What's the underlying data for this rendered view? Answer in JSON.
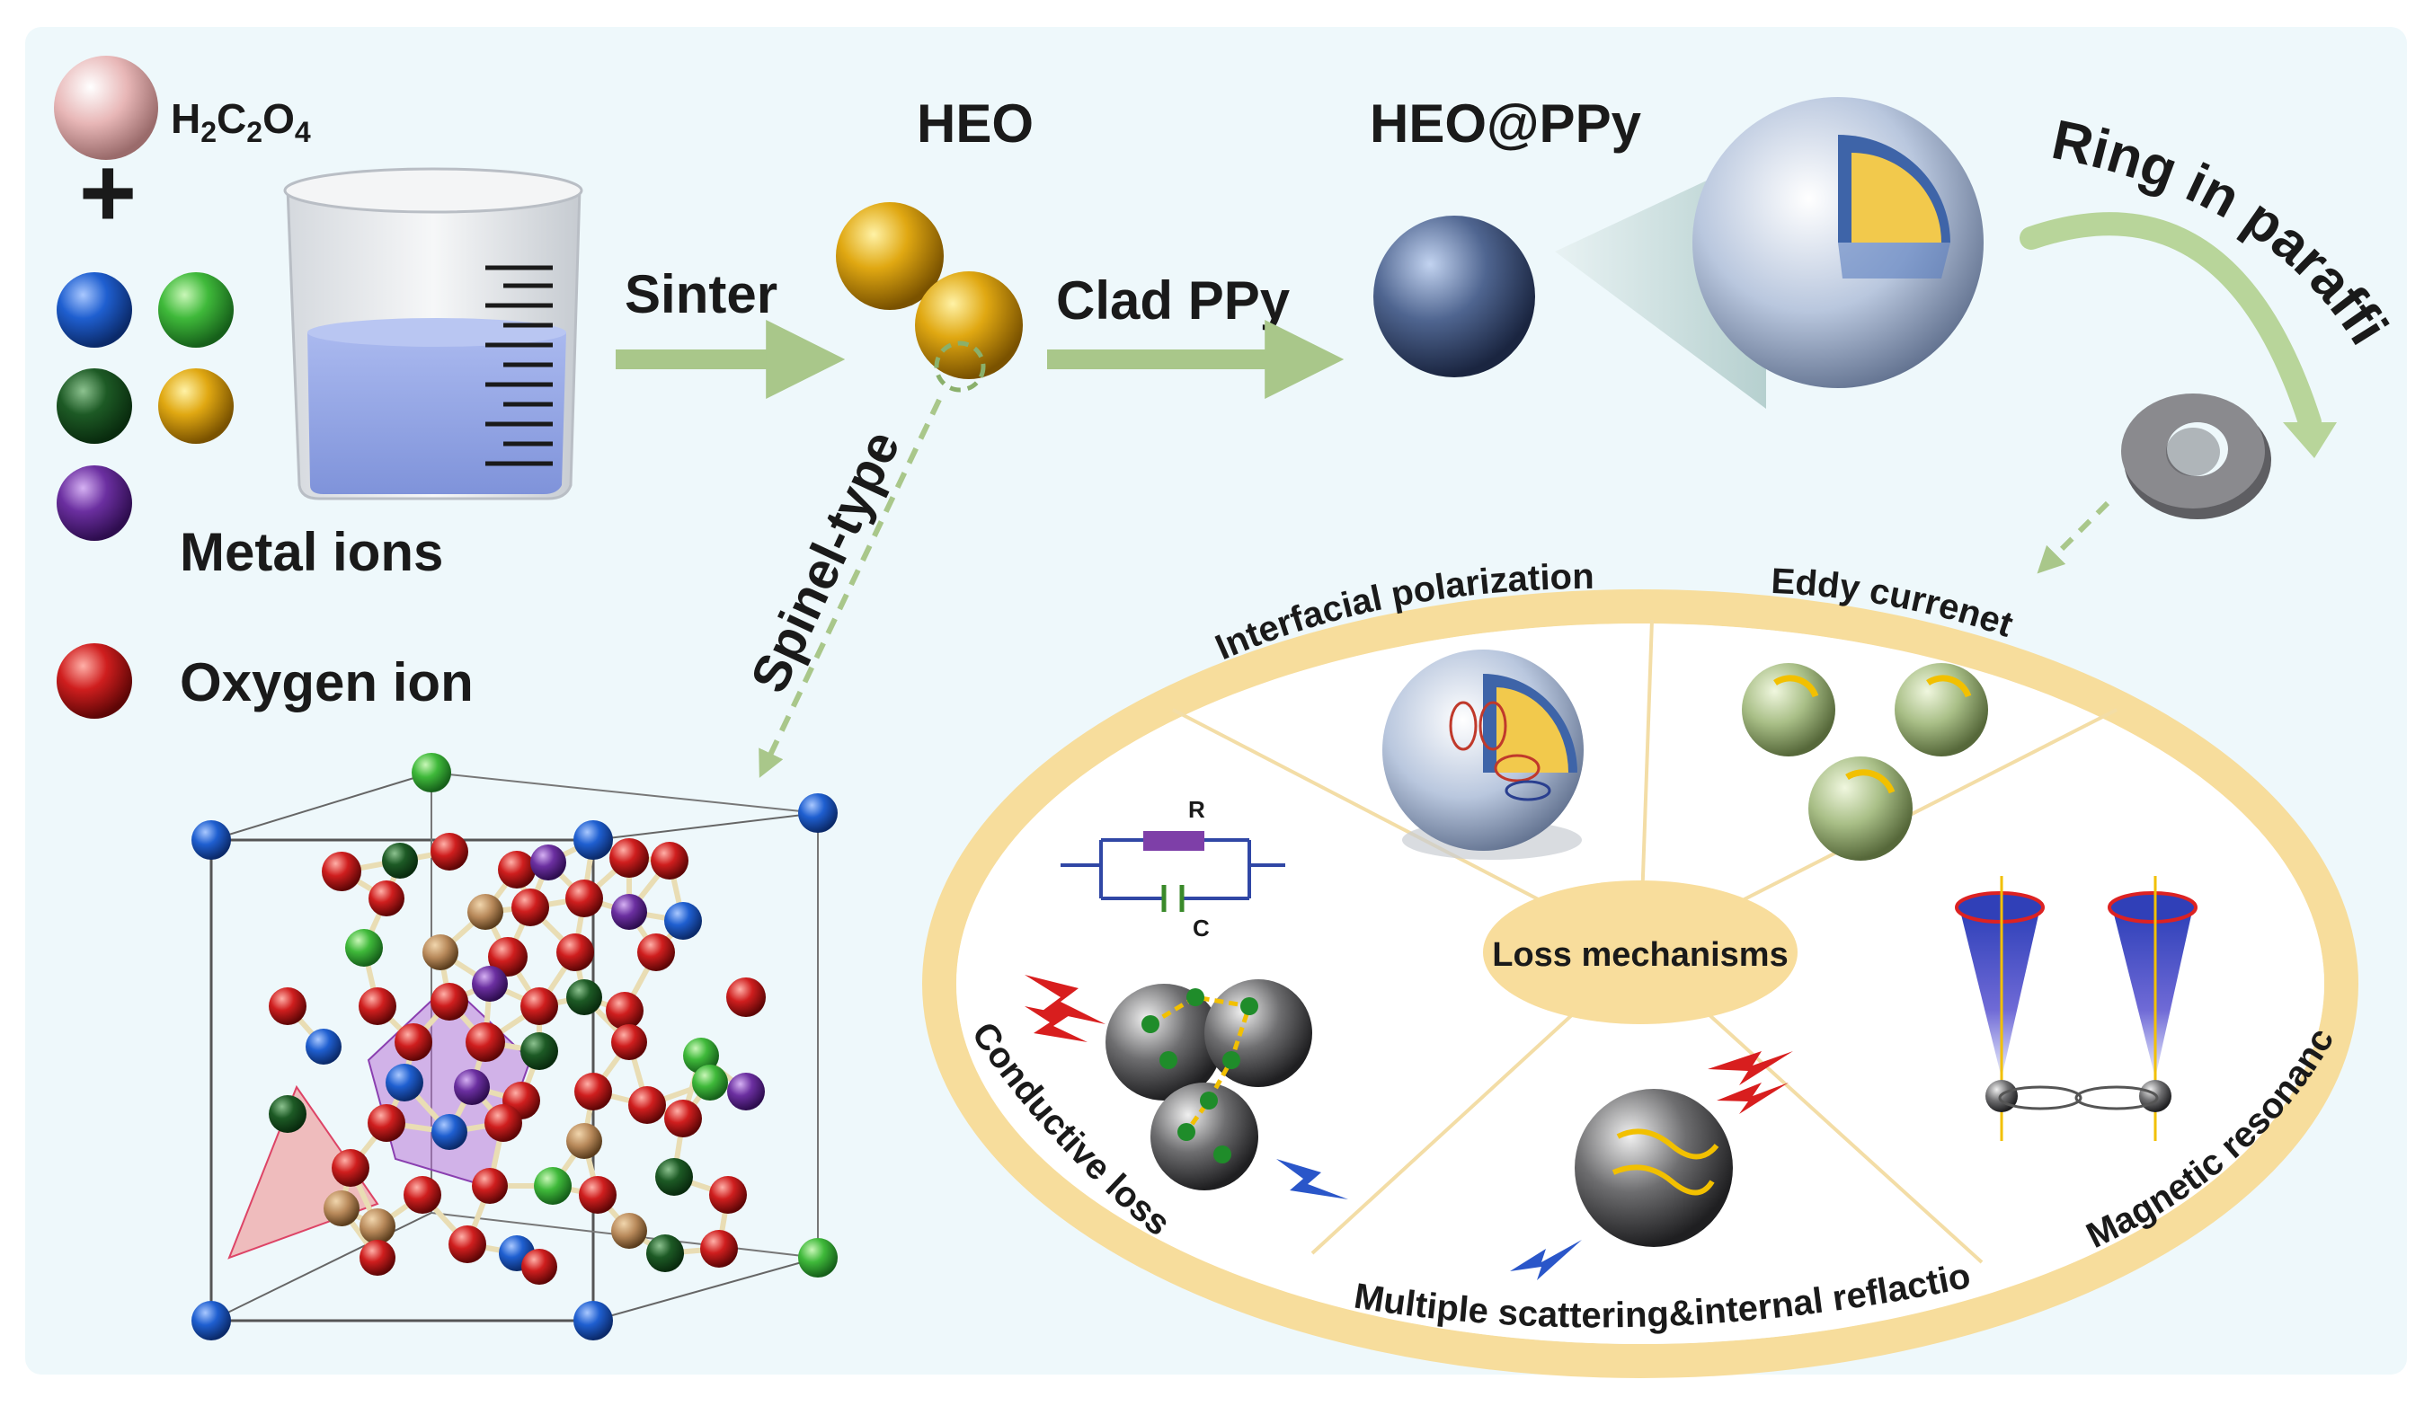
{
  "colors": {
    "panel_bg": "#eef8fb",
    "arrow_green": "#a9c78a",
    "ring_band": "#f7dd9c",
    "oxygen_red": "#cf1e1e",
    "metal_blue": "#1f5fd0",
    "metal_lightgreen": "#3fb93a",
    "metal_darkgreen": "#1d5a25",
    "metal_gold": "#d9a10f",
    "metal_purple": "#6b2fa0",
    "oxalic_pink": "#e8b7b7",
    "ppy_blue": "#4f6590",
    "ring_gray": "#7c7c80"
  },
  "labels": {
    "h2c2o4": {
      "h": "H",
      "sub1": "2",
      "c": "C",
      "sub2": "2",
      "o": "O",
      "sub3": "4"
    },
    "plus": "+",
    "metal_ions": "Metal ions",
    "oxygen_ion": "Oxygen ion",
    "heo": "HEO",
    "heo_ppy": "HEO@PPy",
    "sinter": "Sinter",
    "clad_ppy": "Clad PPy",
    "ring_in_paraffin": "Ring in paraffin",
    "spinel_type": "Spinel-type",
    "loss_mechanisms": "Loss mechanisms",
    "interfacial_polarization": "Interfacial polarization",
    "eddy_current": "Eddy currenet",
    "conductive_loss": "Conductive loss",
    "magnetic_resonance": "Magnetic resonance",
    "multiple_scattering": "Multiple scattering&internal reflaction",
    "resistor_label": "R",
    "capacitor_label": "C"
  },
  "icons": {
    "beaker": "beaker-icon",
    "lightning": "lightning-bolt-icon",
    "spinel_lattice": "spinel-crystal-lattice",
    "core_shell": "core-shell-sphere-icon",
    "ring": "paraffin-ring-icon"
  }
}
